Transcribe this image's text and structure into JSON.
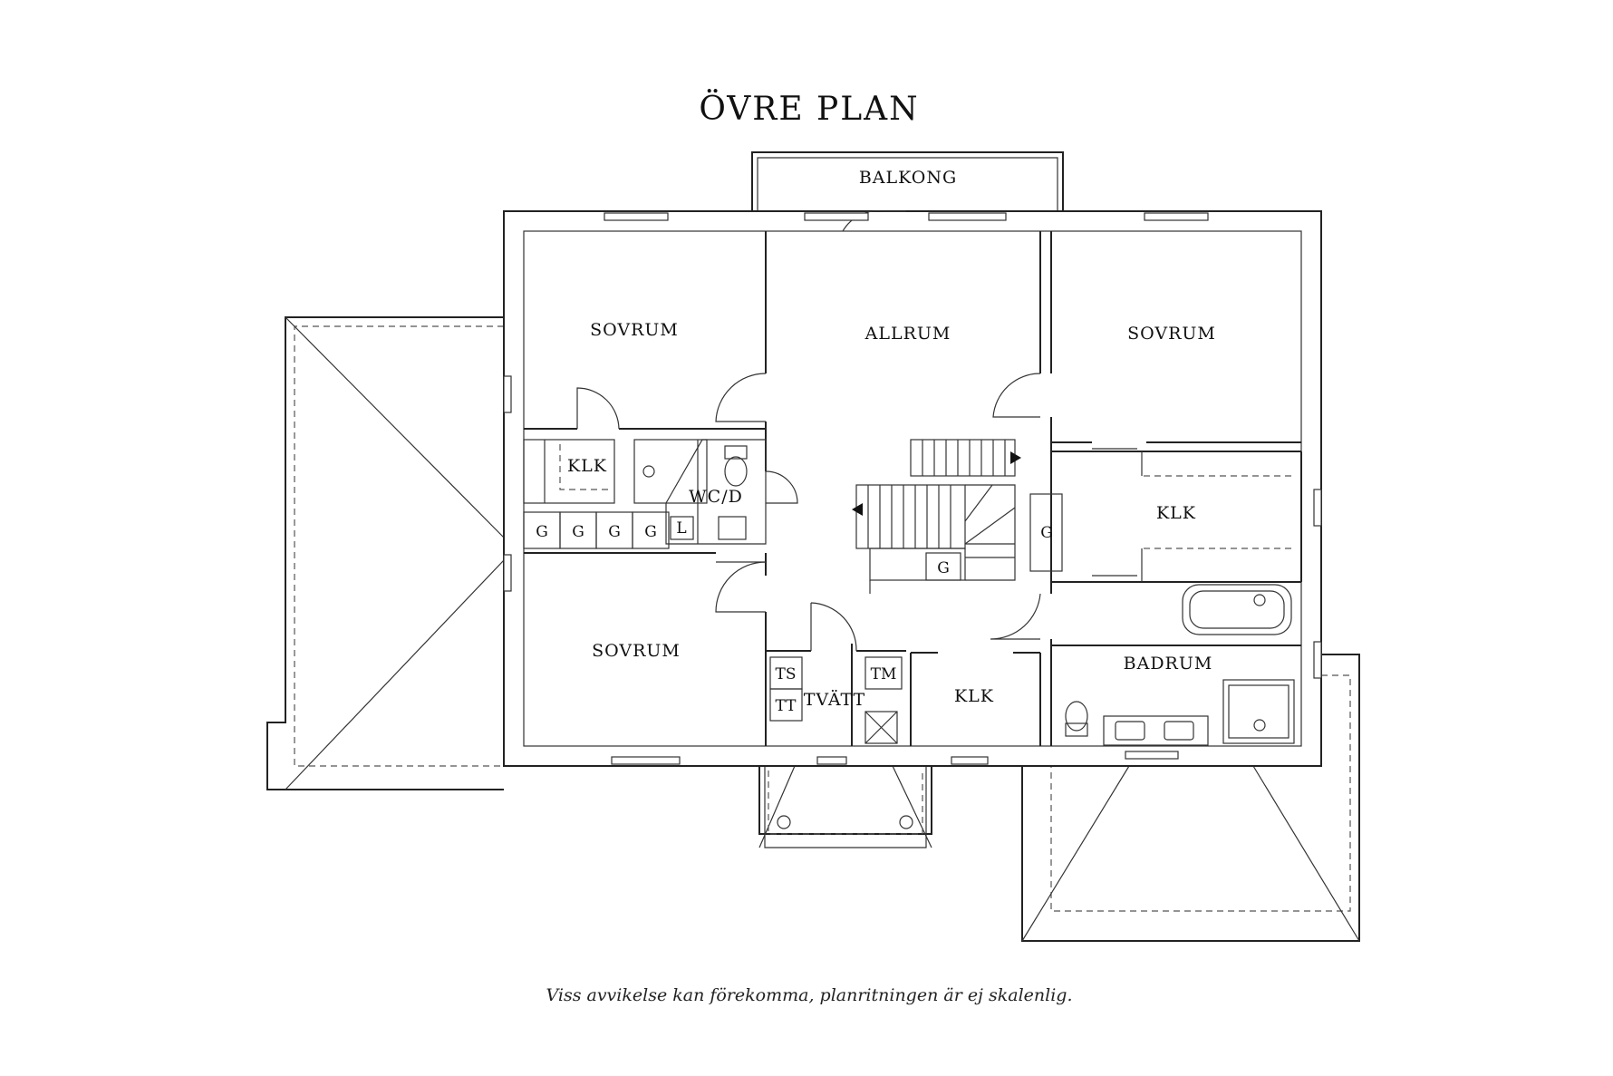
{
  "title": "ÖVRE PLAN",
  "rooms": {
    "balkong": "BALKONG",
    "sovrum_nw": "SOVRUM",
    "allrum": "ALLRUM",
    "sovrum_ne": "SOVRUM",
    "klk_w": "KLK",
    "wcd": "WC/D",
    "l": "L",
    "klk_e": "KLK",
    "sovrum_sw": "SOVRUM",
    "ts": "TS",
    "tt": "TT",
    "tvatt": "TVÄTT",
    "tm": "TM",
    "klk_s": "KLK",
    "badrum": "BADRUM"
  },
  "storage": {
    "g1": "G",
    "g2": "G",
    "g3": "G",
    "g4": "G",
    "g_stair": "G",
    "g_east": "G"
  },
  "footnote": "Viss avvikelse kan förekomma, planritningen är ej skalenlig."
}
